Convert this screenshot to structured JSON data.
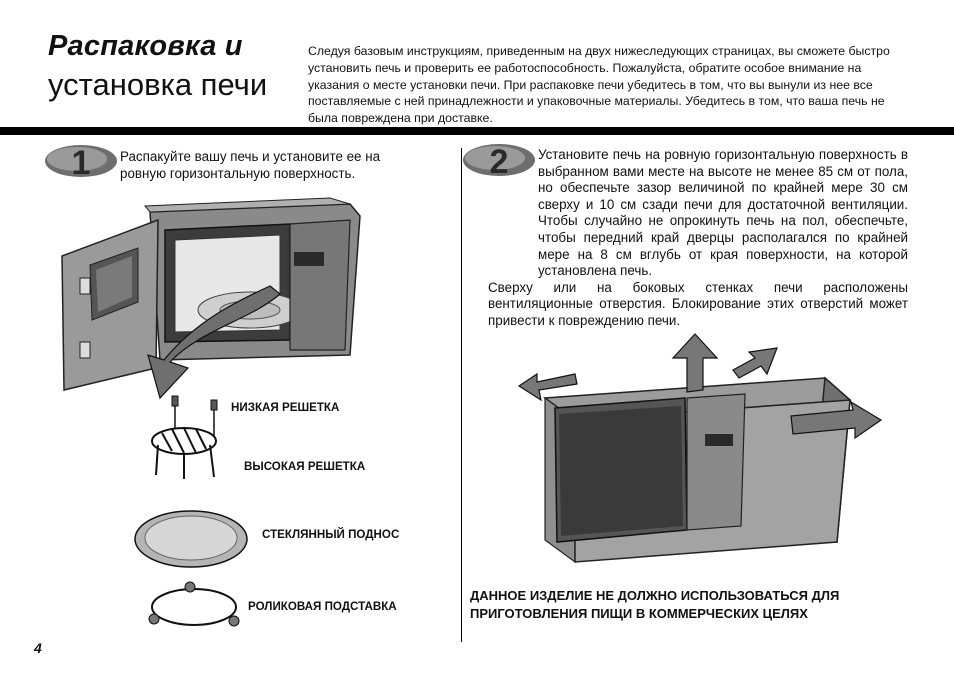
{
  "header": {
    "title_line1": "Распаковка и",
    "title_line2": "установка печи",
    "intro": "Следуя базовым инструкциям, приведенным на двух нижеследующих страницах, вы сможете быстро установить печь и проверить ее работоспособность. Пожалуйста, обратите особое внимание на указания о месте установки печи. При распаковке печи убедитесь в том, что вы вынули из нее все поставляемые с ней принадлежности и упаковочные материалы. Убедитесь в том, что ваша печь не была повреждена при доставке."
  },
  "step1": {
    "number": "1",
    "text": "Распакуйте вашу печь и установите ее на ровную горизонтальную поверхность."
  },
  "step2": {
    "number": "2",
    "text1": "Установите печь на ровную горизонтальную поверхность в выбранном вами месте на высоте не менее 85 см от пола, но обеспечьте зазор величиной по крайней мере 30 см сверху и 10 см сзади печи для достаточной вентиляции. Чтобы случайно не опрокинуть печь на пол, обеспечьте, чтобы передний край дверцы располагался по крайней мере на 8 см вглубь от края поверхности, на которой установлена печь.",
    "text2": "Сверху или на боковых стенках печи расположены вентиляционные отверстия. Блокирование этих отверстий может привести к повреждению печи."
  },
  "accessories": {
    "low_rack": "НИЗКАЯ РЕШЕТКА",
    "high_rack": "ВЫСОКАЯ РЕШЕТКА",
    "glass_tray": "СТЕКЛЯННЫЙ ПОДНОС",
    "roller_ring": "РОЛИКОВАЯ ПОДСТАВКА"
  },
  "warning": "ДАННОЕ ИЗДЕЛИЕ НЕ ДОЛЖНО ИСПОЛЬЗОВАТЬСЯ ДЛЯ ПРИГОТОВЛЕНИЯ ПИЩИ В КОММЕРЧЕСКИХ ЦЕЛЯХ",
  "page_number": "4"
}
